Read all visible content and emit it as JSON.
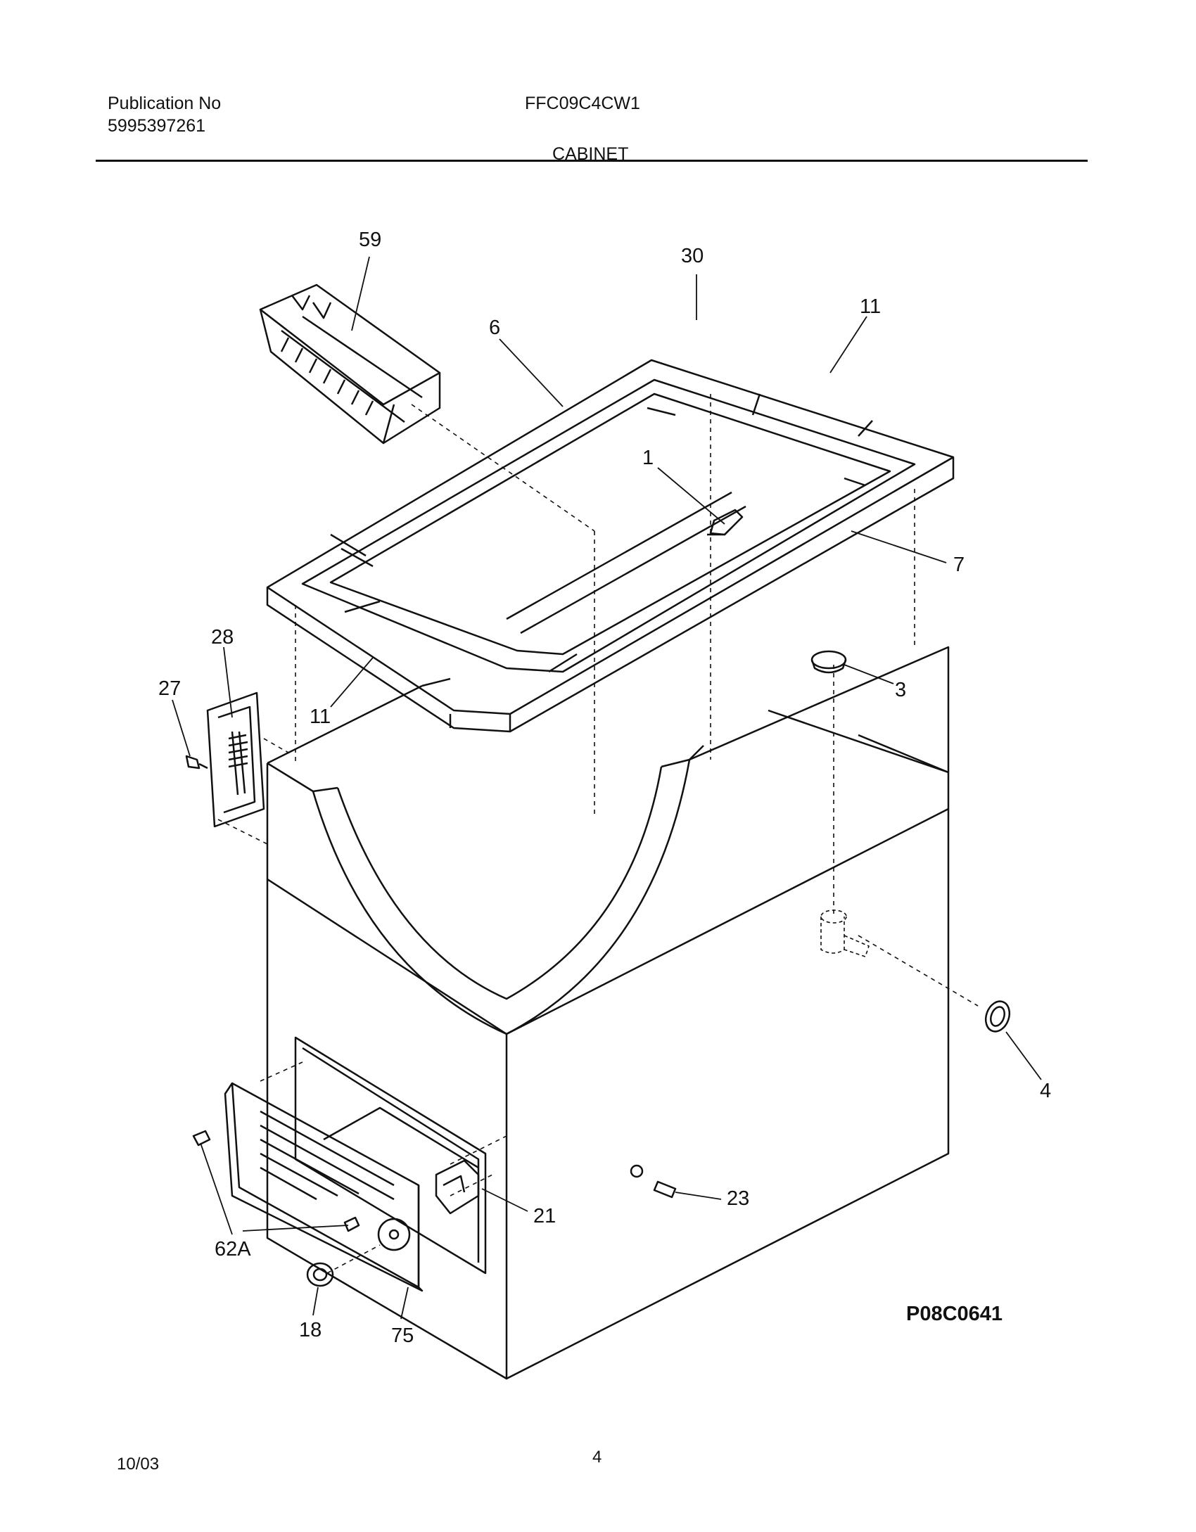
{
  "header": {
    "publication_label": "Publication No",
    "publication_number": "5995397261",
    "model": "FFC09C4CW1",
    "section": "CABINET"
  },
  "figure_code": "P08C0641",
  "footer": {
    "date": "10/03",
    "page": "4"
  },
  "callouts": {
    "c59": "59",
    "c30": "30",
    "c11a": "11",
    "c6": "6",
    "c1": "1",
    "c7": "7",
    "c28": "28",
    "c27": "27",
    "c11b": "11",
    "c3": "3",
    "c4": "4",
    "c23": "23",
    "c21": "21",
    "c62A": "62A",
    "c18": "18",
    "c75": "75"
  }
}
